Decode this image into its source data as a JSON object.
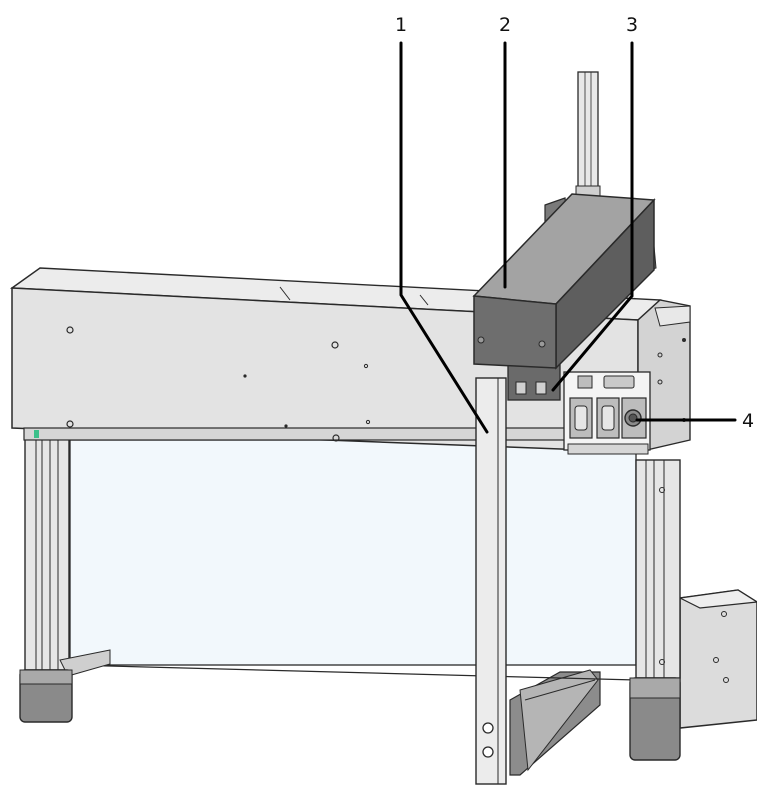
{
  "callouts": [
    {
      "id": "1",
      "label": "1"
    },
    {
      "id": "2",
      "label": "2"
    },
    {
      "id": "3",
      "label": "3"
    },
    {
      "id": "4",
      "label": "4"
    }
  ],
  "colors": {
    "outline": "#2a2a2a",
    "panel_light": "#e3e3e3",
    "panel_mid": "#d2d2d2",
    "panel_dark": "#8a8a8a",
    "housing_top": "#9a9a9a",
    "housing_front": "#6e6e6e",
    "housing_side": "#5a5a5a",
    "glass": "#f2f8fc",
    "leader": "#000000"
  }
}
